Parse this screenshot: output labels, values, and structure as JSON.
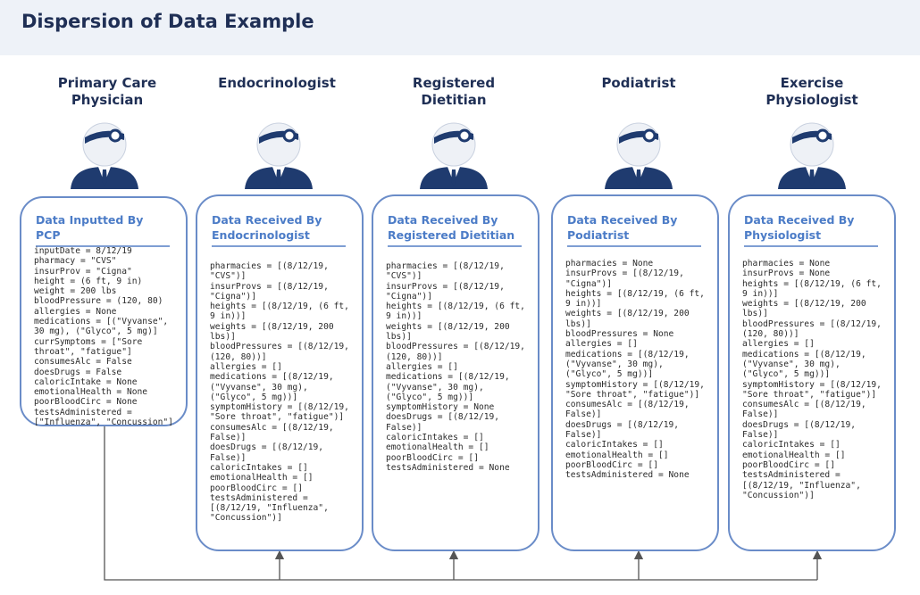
{
  "title": "Dispersion of Data Example",
  "columns": [
    {
      "role": "Primary Care\nPhysician",
      "card_title": "Data Inputted By PCP",
      "lines": [
        "inputDate = 8/12/19",
        "pharmacy = \"CVS\"",
        "insurProv = \"Cigna\"",
        "height = (6 ft, 9 in)",
        "weight = 200 lbs",
        "bloodPressure = (120, 80)",
        "allergies = None",
        "medications = [(\"Vyvanse\", 30 mg), (\"Glyco\", 5 mg)]",
        "currSymptoms = [\"Sore throat\", \"fatigue\"]",
        "consumesAlc = False",
        "doesDrugs = False",
        "caloricIntake = None",
        "emotionalHealth = None",
        "poorBloodCirc = None",
        "testsAdministered = [\"Influenza\", \"Concussion\"]"
      ]
    },
    {
      "role": "Endocrinologist",
      "card_title": "Data Received By Endocrinologist",
      "lines": [
        "pharmacies = [(8/12/19, \"CVS\")]",
        "insurProvs = [(8/12/19, \"Cigna\")]",
        "heights = [(8/12/19, (6 ft, 9 in))]",
        "weights = [(8/12/19, 200 lbs)]",
        "bloodPressures = [(8/12/19, (120, 80))]",
        "allergies = []",
        "medications = [(8/12/19, (\"Vyvanse\", 30 mg), (\"Glyco\", 5 mg))]",
        "symptomHistory = [(8/12/19, \"Sore throat\", \"fatigue\")]",
        "consumesAlc = [(8/12/19, False)]",
        "doesDrugs = [(8/12/19, False)]",
        "caloricIntakes = []",
        "emotionalHealth = []",
        "poorBloodCirc = []",
        "testsAdministered = [(8/12/19, \"Influenza\", \"Concussion\")]"
      ]
    },
    {
      "role": "Registered\nDietitian",
      "card_title": "Data Received By Registered Dietitian",
      "lines": [
        "pharmacies = [(8/12/19, \"CVS\")]",
        "insurProvs = [(8/12/19, \"Cigna\")]",
        "heights = [(8/12/19, (6 ft, 9 in))]",
        "weights = [(8/12/19, 200 lbs)]",
        "bloodPressures = [(8/12/19, (120, 80))]",
        "allergies = []",
        "medications = [(8/12/19, (\"Vyvanse\", 30 mg), (\"Glyco\", 5 mg))]",
        "symptomHistory = None",
        "doesDrugs = [(8/12/19, False)]",
        "caloricIntakes = []",
        "emotionalHealth = []",
        "poorBloodCirc = []",
        "testsAdministered = None"
      ]
    },
    {
      "role": "Podiatrist",
      "card_title": "Data Received By Podiatrist",
      "lines": [
        "pharmacies = None",
        "insurProvs = [(8/12/19, \"Cigna\")]",
        "heights = [(8/12/19, (6 ft, 9 in))]",
        "weights = [(8/12/19, 200 lbs)]",
        "bloodPressures = None",
        "allergies = []",
        "medications = [(8/12/19, (\"Vyvanse\", 30 mg), (\"Glyco\", 5 mg))]",
        "symptomHistory = [(8/12/19, \"Sore throat\", \"fatigue\")]",
        "consumesAlc = [(8/12/19, False)]",
        "doesDrugs = [(8/12/19, False)]",
        "caloricIntakes = []",
        "emotionalHealth = []",
        "poorBloodCirc = []",
        "testsAdministered = None"
      ]
    },
    {
      "role": "Exercise\nPhysiologist",
      "card_title": "Data Received By Physiologist",
      "lines": [
        "pharmacies = None",
        "insurProvs = None",
        "heights = [(8/12/19, (6 ft, 9 in))]",
        "weights = [(8/12/19, 200 lbs)]",
        "bloodPressures = [(8/12/19, (120, 80))]",
        "allergies = []",
        "medications = [(8/12/19, (\"Vyvanse\", 30 mg), (\"Glyco\", 5 mg))]",
        "symptomHistory = [(8/12/19, \"Sore throat\", \"fatigue\")]",
        "consumesAlc = [(8/12/19, False)]",
        "doesDrugs = [(8/12/19, False)]",
        "caloricIntakes = []",
        "emotionalHealth = []",
        "poorBloodCirc = []",
        "testsAdministered = [(8/12/19, \"Influenza\", \"Concussion\")]"
      ]
    }
  ],
  "colors": {
    "title": "#1f2f55",
    "card_border": "#6a8cc8",
    "card_heading": "#4c7cc7",
    "avatar_dark": "#1f3b6f",
    "avatar_face": "#eef1f6"
  }
}
